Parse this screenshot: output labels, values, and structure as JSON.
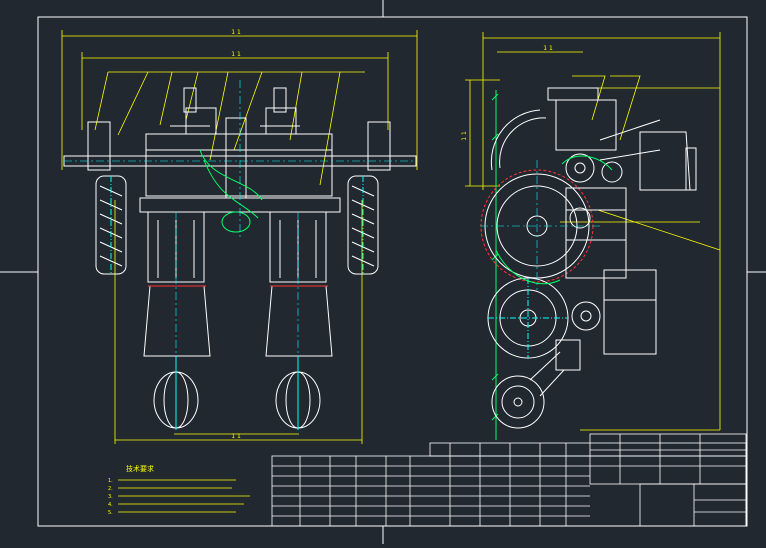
{
  "drawing": {
    "left_view": {
      "dimension_labels": {
        "top_overall": "1 1",
        "upper_span": "1 1",
        "bottom_span": "1 1"
      }
    },
    "right_view": {
      "dimension_labels": {
        "top_overall": "1 1",
        "height": "1 1"
      }
    },
    "technical_requirements": {
      "title": "技术要求",
      "lines": [
        "1.",
        "2.",
        "3.",
        "4.",
        "5."
      ]
    },
    "colors": {
      "background": "#212830",
      "frame": "#ffffff",
      "dimension": "#ffff00",
      "centerline": "#00ffff",
      "hidden": "#ff3333",
      "accent": "#00ff66",
      "note_text": "#ffff00"
    }
  }
}
